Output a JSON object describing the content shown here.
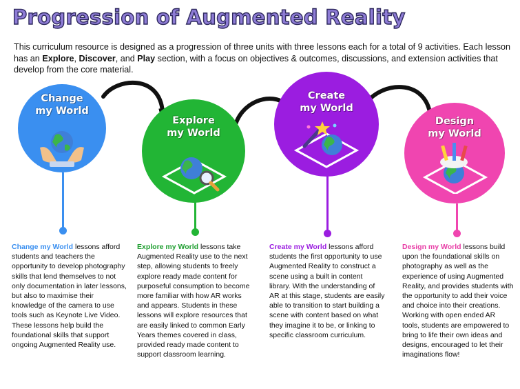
{
  "title": "Progression of Augmented Reality",
  "intro": {
    "part1": "This curriculum resource is designed as a progression of three units with three lessons each for a total of 9 activities. Each lesson has an ",
    "explore": "Explore",
    "sep1": ", ",
    "discover": "Discover",
    "sep2": ", and ",
    "play": "Play",
    "part2": " section, with a focus on objectives & outcomes, discussions, and extension activities that develop from the core material."
  },
  "colors": {
    "change": "#3a8ff0",
    "explore": "#22b535",
    "create": "#9b1de0",
    "design": "#f045b0"
  },
  "stages": [
    {
      "title_line1": "Change",
      "title_line2": "my World",
      "icon": "globe-in-hands-icon",
      "highlight": "Change my World",
      "text": " lessons afford students and teachers the opportunity to develop photography skills that lend themselves to not only documentation in later lessons, but also to maximise their knowledge of the camera to use tools such as Keynote Live Video. These lessons help build the foundational skills that support ongoing Augmented Reality use."
    },
    {
      "title_line1": "Explore",
      "title_line2": "my World",
      "icon": "globe-magnifier-icon",
      "highlight": "Explore my World",
      "text": " lessons take Augmented Reality use to the next step, allowing students to freely explore ready made content for purposeful consumption to become more familiar with how AR works and appears. Students in these lessons will explore resources that are easily linked to common Early Years themes covered in class, provided ready made content to support classroom learning."
    },
    {
      "title_line1": "Create",
      "title_line2": "my World",
      "icon": "globe-magic-wand-icon",
      "highlight": "Create my World",
      "text": " lessons afford students the first opportunity to use Augmented Reality to construct a scene using a built in content library. With the understanding of AR at this stage, students are easily able to transition to start building a scene with content based on what they imagine it to be, or linking to specific classroom curriculum."
    },
    {
      "title_line1": "Design",
      "title_line2": "my World",
      "icon": "globe-art-supplies-icon",
      "highlight": "Design my World",
      "text": " lessons build upon the foundational skills on photography as well as the experience of using Augmented Reality, and provides students with the opportunity to add their voice and choice into their creations. Working with open ended AR tools, students are empowered to bring to life their own ideas and designs, encouraged to let their imaginations flow!"
    }
  ]
}
